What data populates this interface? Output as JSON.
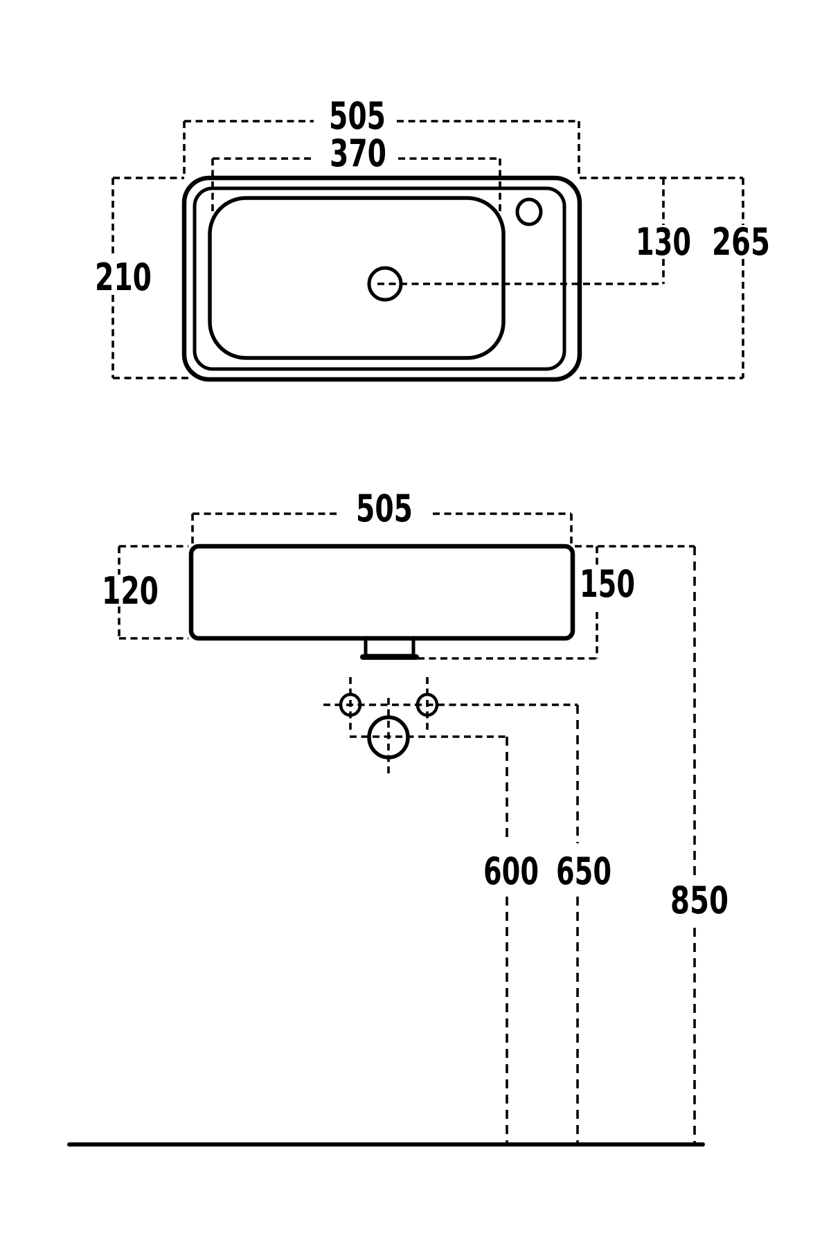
{
  "page": {
    "background": "#ffffff",
    "ink": "#000000",
    "drawing_type": "washbasin installation dimension drawing"
  },
  "top_view": {
    "description": "plan view of washbasin with tap hole and drain",
    "labels": {
      "overall_width": "505",
      "basin_width": "370",
      "depth": "210",
      "drain_center_offset": "130",
      "overall_depth": "265"
    }
  },
  "front_view": {
    "description": "front elevation with drain stub, fixing holes and floor line",
    "labels": {
      "overall_width": "505",
      "front_height": "120",
      "side_height": "150",
      "drain_height": "600",
      "holes_height": "650",
      "rim_height": "850"
    }
  }
}
